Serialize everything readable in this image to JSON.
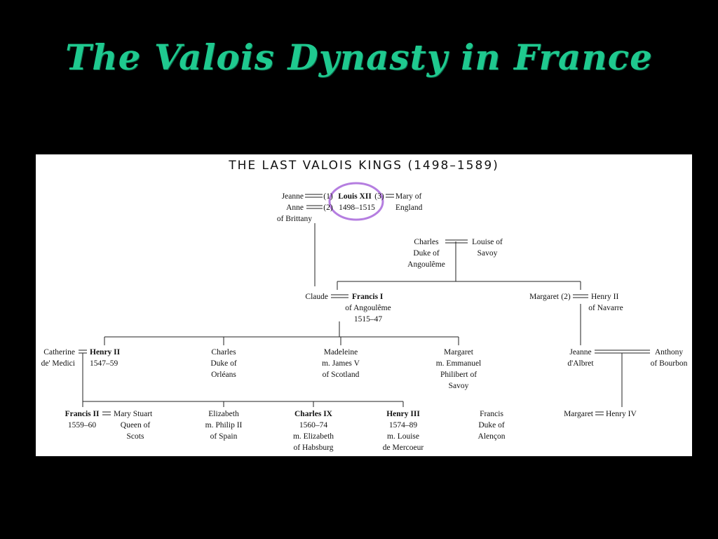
{
  "slide": {
    "title": "The Valois Dynasty in France",
    "title_color": "#1fc98f",
    "background_color": "#000000"
  },
  "tree": {
    "heading": "THE LAST VALOIS KINGS (1498–1589)",
    "highlight_color": "#b57ee0",
    "louis_xii": {
      "wife1_name": "Jeanne",
      "wife1_mark": "(1)",
      "wife2_name": "Anne",
      "wife2_place": "of Brittany",
      "wife2_mark": "(2)",
      "name": "Louis XII",
      "dates": "1498–1515",
      "wife3_mark": "(3)",
      "wife3_line1": "Mary of",
      "wife3_line2": "England"
    },
    "charles_duke": {
      "line1": "Charles",
      "line2": "Duke of",
      "line3": "Angoulême",
      "spouse_line1": "Louise of",
      "spouse_line2": "Savoy"
    },
    "francis_i": {
      "spouse": "Claude",
      "name": "Francis I",
      "line2": "of Angoulême",
      "dates": "1515–47"
    },
    "margaret_navarre": {
      "name": "Margaret",
      "mark": "(2)",
      "spouse_line1": "Henry II",
      "spouse_line2": "of Navarre"
    },
    "henry_ii": {
      "spouse_line1": "Catherine",
      "spouse_line2": "de' Medici",
      "name": "Henry II",
      "dates": "1547–59"
    },
    "charles_orleans": {
      "line1": "Charles",
      "line2": "Duke of",
      "line3": "Orléans"
    },
    "madeleine": {
      "line1": "Madeleine",
      "line2": "m. James V",
      "line3": "of Scotland"
    },
    "margaret_savoy": {
      "line1": "Margaret",
      "line2": "m. Emmanuel",
      "line3": "Philibert of",
      "line4": "Savoy"
    },
    "jeanne_albret": {
      "line1": "Jeanne",
      "line2": "d'Albret",
      "spouse_line1": "Anthony",
      "spouse_line2": "of Bourbon"
    },
    "francis_ii": {
      "name": "Francis II",
      "dates": "1559–60",
      "spouse_line1": "Mary Stuart",
      "spouse_line2": "Queen of",
      "spouse_line3": "Scots"
    },
    "elizabeth": {
      "line1": "Elizabeth",
      "line2": "m. Philip II",
      "line3": "of Spain"
    },
    "charles_ix": {
      "name": "Charles IX",
      "dates": "1560–74",
      "line3": "m. Elizabeth",
      "line4": "of Habsburg"
    },
    "henry_iii": {
      "name": "Henry III",
      "dates": "1574–89",
      "line3": "m. Louise",
      "line4": "de Mercoeur"
    },
    "francis_alencon": {
      "line1": "Francis",
      "line2": "Duke of",
      "line3": "Alençon"
    },
    "margaret_henry_iv": {
      "name": "Margaret",
      "spouse": "Henry IV"
    }
  }
}
